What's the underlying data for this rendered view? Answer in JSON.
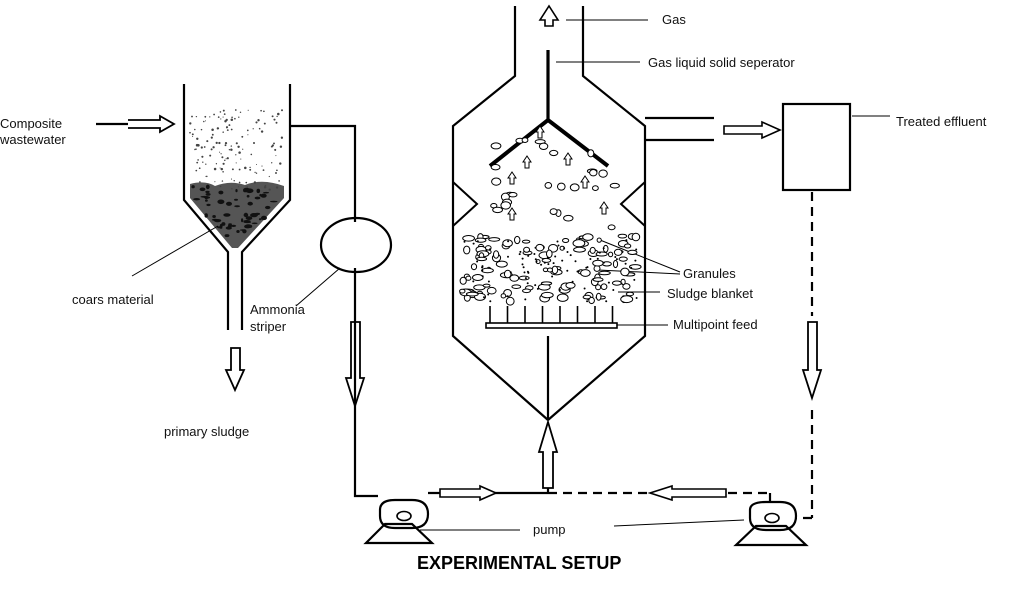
{
  "title": "EXPERIMENTAL SETUP",
  "labels": {
    "gas": "Gas",
    "separator": "Gas liquid solid seperator",
    "treated_effluent": "Treated effluent",
    "composite_wastewater_line1": "Composite",
    "composite_wastewater_line2": "wastewater",
    "granules": "Granules",
    "sludge_blanket": "Sludge blanket",
    "multipoint_feed": "Multipoint feed",
    "coars_material": "coars material",
    "ammonia_line1": "Ammonia",
    "ammonia_line2": "striper",
    "primary_sludge": "primary sludge",
    "pump": "pump"
  },
  "colors": {
    "line": "#000000",
    "background": "#ffffff"
  }
}
